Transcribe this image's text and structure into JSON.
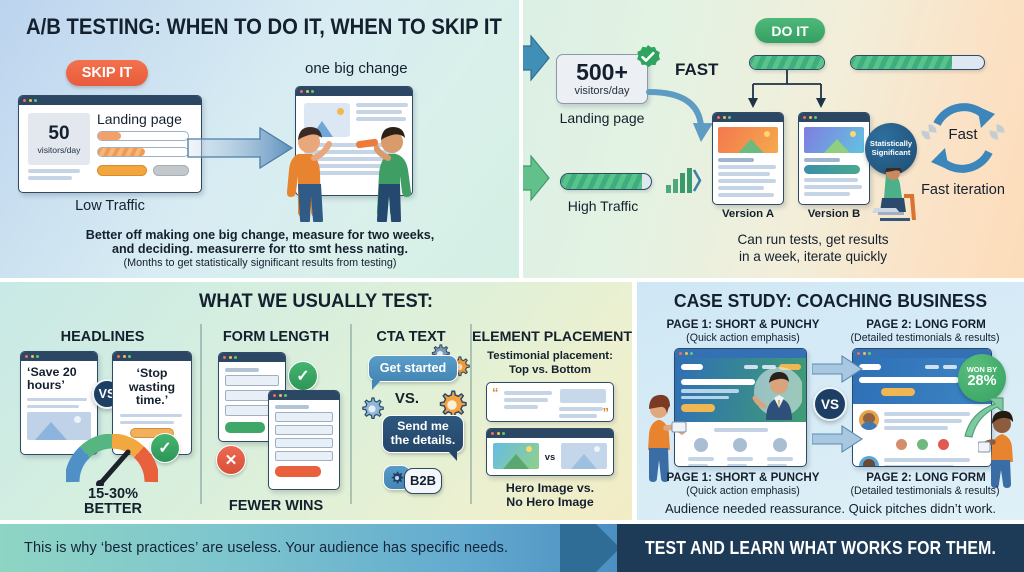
{
  "panels": {
    "skip": {
      "title": "A/B TESTING: WHEN TO DO IT, WHEN TO SKIP IT",
      "badge": "SKIP IT",
      "browser_heading": "Landing page",
      "stat_value": "50",
      "stat_unit": "visitors/day",
      "caption_browser": "Low Traffic",
      "label_change": "one big change",
      "body_line1": "Better off making one big change, measure for two weeks,",
      "body_line2": "and deciding. measurerre for tto smt hess nating.",
      "body_note": "(Months to get statistically significant results from testing)"
    },
    "do": {
      "badge": "DO IT",
      "stat_value": "500+",
      "stat_unit": "visitors/day",
      "stat_caption": "Landing page",
      "traffic_caption": "High Traffic",
      "fast_label": "FAST",
      "version_a": "Version A",
      "version_b": "Version B",
      "seal_line1": "Statistically",
      "seal_line2": "Significant",
      "iteration_label_top": "Fast",
      "iteration_label_bottom": "Fast iteration",
      "body_line1": "Can run tests, get results",
      "body_line2": "in a week, iterate quickly"
    },
    "test": {
      "title": "WHAT WE USUALLY TEST:",
      "columns": [
        {
          "heading": "HEADLINES",
          "variant_a": "‘Save 20 hours’",
          "variant_b": "‘Stop wasting time.’",
          "vs": "VS",
          "footer_line1": "15-30%",
          "footer_line2": "BETTER"
        },
        {
          "heading": "FORM LENGTH",
          "footer": "FEWER WINS"
        },
        {
          "heading": "CTA TEXT",
          "bubble_a": "Get started",
          "vs": "VS.",
          "bubble_b_line1": "Send me",
          "bubble_b_line2": "the details.",
          "bubble_c": "B2B"
        },
        {
          "heading": "ELEMENT PLACEMENT",
          "sub_line1": "Testimonial placement:",
          "sub_line2": "Top vs. Bottom",
          "quote_open": "“",
          "quote_close": "”",
          "mini_vs": "vs",
          "footer_line1": "Hero Image vs.",
          "footer_line2": "No Hero Image"
        }
      ]
    },
    "case": {
      "title": "CASE STUDY: COACHING BUSINESS",
      "left_top_line1": "PAGE 1: SHORT & PUNCHY",
      "left_top_line2": "(Quick action emphasis)",
      "right_top_line1": "PAGE 2: LONG FORM",
      "right_top_line2": "(Detailed testimonials & results)",
      "left_bottom_line1": "PAGE 1: SHORT & PUNCHY",
      "left_bottom_line2": "(Quick action emphasis)",
      "right_bottom_line1": "PAGE 2: LONG FORM",
      "right_bottom_line2": "(Detailed testimonials & results)",
      "vs": "VS",
      "badge_line1": "WON BY",
      "badge_line2": "28%",
      "footer": "Audience needed reassurance. Quick pitches didn’t work."
    }
  },
  "banner": {
    "left_text": "This is why ‘best practices’ are useless. Your audience has specific needs.",
    "right_text": "TEST AND LEARN WHAT WORKS FOR THEM."
  },
  "colors": {
    "skip_accent": "#e85c3c",
    "do_accent": "#35a063",
    "navy": "#1d3b56",
    "blue": "#4486b4",
    "orange": "#f0a13c",
    "green_check": "#2e9557",
    "red_x": "#d8503a"
  }
}
